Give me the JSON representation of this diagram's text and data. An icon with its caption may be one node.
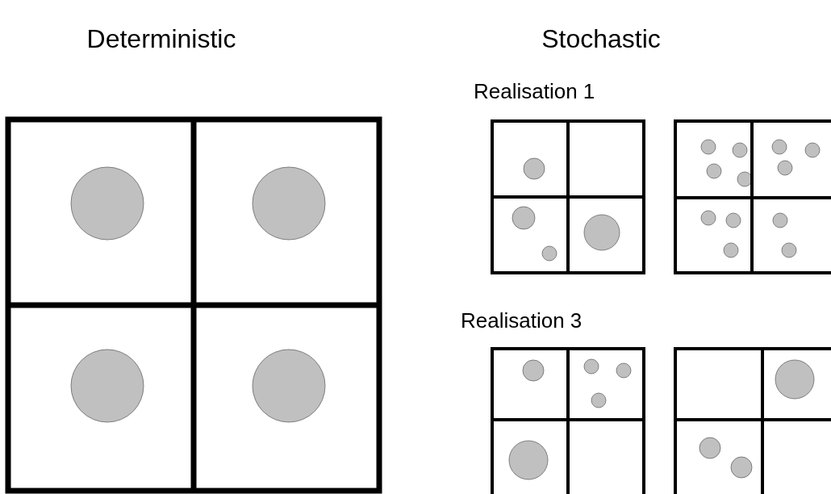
{
  "diagram": {
    "labels": [
      "Deterministic",
      "Stochastic",
      "Realisation 1",
      "Realisation 3"
    ]
  }
}
